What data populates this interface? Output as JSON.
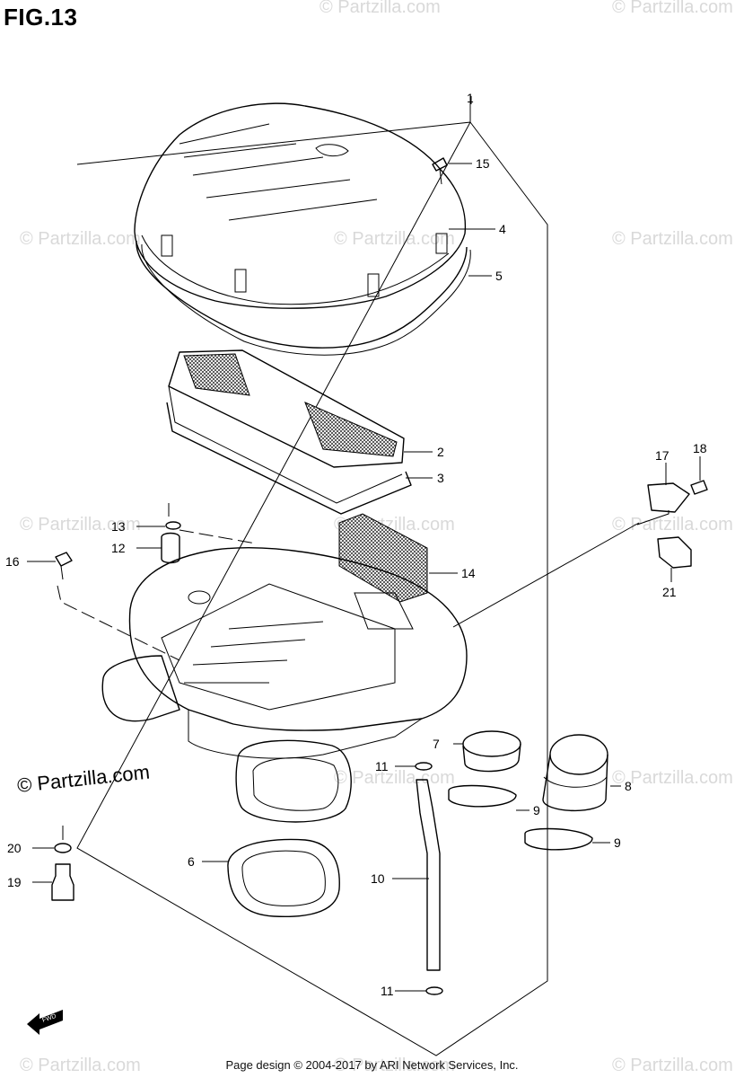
{
  "figure": {
    "title": "FIG.13"
  },
  "callouts": [
    {
      "id": "c1",
      "label": "1"
    },
    {
      "id": "c2",
      "label": "2"
    },
    {
      "id": "c3",
      "label": "3"
    },
    {
      "id": "c4",
      "label": "4"
    },
    {
      "id": "c5",
      "label": "5"
    },
    {
      "id": "c6",
      "label": "6"
    },
    {
      "id": "c7",
      "label": "7"
    },
    {
      "id": "c8",
      "label": "8"
    },
    {
      "id": "c9a",
      "label": "9"
    },
    {
      "id": "c9b",
      "label": "9"
    },
    {
      "id": "c10",
      "label": "10"
    },
    {
      "id": "c11a",
      "label": "11"
    },
    {
      "id": "c11b",
      "label": "11"
    },
    {
      "id": "c12",
      "label": "12"
    },
    {
      "id": "c13",
      "label": "13"
    },
    {
      "id": "c14",
      "label": "14"
    },
    {
      "id": "c15",
      "label": "15"
    },
    {
      "id": "c16",
      "label": "16"
    },
    {
      "id": "c17",
      "label": "17"
    },
    {
      "id": "c18",
      "label": "18"
    },
    {
      "id": "c19",
      "label": "19"
    },
    {
      "id": "c20",
      "label": "20"
    },
    {
      "id": "c21",
      "label": "21"
    }
  ],
  "watermark": {
    "text": "© Partzilla.com",
    "main_text": "© Partzilla.com"
  },
  "direction_badge": {
    "text": "FWD"
  },
  "footer": {
    "text": "Page design © 2004-2017 by ARI Network Services, Inc."
  }
}
